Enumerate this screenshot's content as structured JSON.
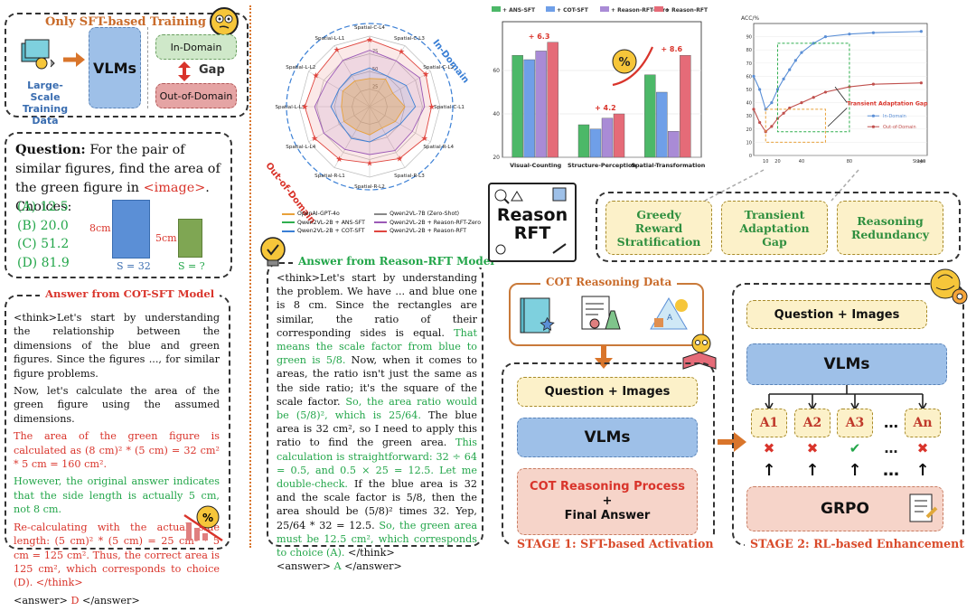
{
  "sft_panel": {
    "title": "Only SFT-based Training",
    "data_label": "Large-Scale Training Data",
    "vlm": "VLMs",
    "in_domain": "In-Domain",
    "gap": "Gap",
    "out_domain": "Out-of-Domain"
  },
  "question": {
    "prefix": "Question:",
    "text_1": " For the pair of similar figures, find the area of the green figure in ",
    "image_token": "<image>",
    "text_2": ". Choices:",
    "choices": [
      "(A) 12.5",
      "(B) 20.0",
      "(C) 51.2",
      "(D) 81.9"
    ],
    "side_big": "8cm",
    "side_small": "5cm",
    "area_big": "S = 32",
    "area_small": "S = ?"
  },
  "cot_answer": {
    "title": "Answer from COT-SFT Model",
    "p1": "<think>Let's start by understanding the relationship between the dimensions of the blue and green figures. Since the figures ..., for similar figure problems.",
    "p2": "Now, let's calculate the area of the green figure using the assumed dimensions.",
    "p3": "The area of the green figure is calculated as (8 cm)² * (5 cm) = 32 cm² * 5 cm = 160 cm².",
    "p4": "However, the original answer indicates that the side length is actually 5 cm, not 8 cm.",
    "p5": "Re-calculating with the actual side length: (5 cm)² * (5 cm) = 25 cm² * 5 cm = 125 cm². Thus, the correct area is 125 cm², which corresponds to choice (D). </think>",
    "answer_open": "<answer> ",
    "answer_val": "D",
    "answer_close": " </answer>"
  },
  "radar": {
    "in_domain": "In-Domain",
    "out_domain": "Out-of-Domain",
    "axes": [
      "Spatial-C-L4",
      "Spatial-C-L3",
      "Spatial-C-L2",
      "Spatial-C-L1",
      "Spatial-R-L4",
      "Spatial-R-L3",
      "Spatial-R-L2",
      "Spatial-R-L1",
      "Spatial-L-L4",
      "Spatial-L-L3",
      "Spatial-L-L2",
      "Spatial-L-L1"
    ],
    "ticks": [
      "25",
      "50",
      "75"
    ],
    "legend": [
      "OpenAI-GPT-4o",
      "Qwen2VL-7B (Zero-Shot)",
      "Qwen2VL-2B + ANS-SFT",
      "Qwen2VL-2B + Reason-RFT-Zero",
      "Qwen2VL-2B + COT-SFT",
      "Qwen2VL-2B + Reason-RFT"
    ],
    "colors": [
      "#e8a13a",
      "#888888",
      "#2fae4e",
      "#9b59b6",
      "#3a7fd5",
      "#e0463f"
    ]
  },
  "reason_answer": {
    "title": "Answer from Reason-RFT Model",
    "s1": "<think>Let's start by understanding the problem. We have ... and blue one is 8 cm. Since the rectangles are similar, the ratio of their corresponding sides is equal. ",
    "s2": "That means the scale factor from blue to green is 5/8.",
    "s3": " Now, when it comes to areas, the ratio isn't just the same as the side ratio; it's the square of the scale factor. ",
    "s4": "So, the area ratio would be (5/8)², which is 25/64.",
    "s5": " The blue area is 32 cm², so I need to apply this ratio to find the green area. ",
    "s6": "This calculation is straightforward: 32 ÷ 64 = 0.5, and 0.5 × 25 = 12.5. Let me double-check.",
    "s7": " If the blue area is 32 and the scale factor is 5/8, then the area should be (5/8)² times 32. Yep, 25/64 * 32 = 12.5. ",
    "s8": "So, the green area must be 12.5 cm², which corresponds to choice (A).",
    "s9": " </think>",
    "answer_open": "<answer> ",
    "answer_val": "A",
    "answer_close": " </answer>"
  },
  "chart_data": [
    {
      "type": "bar",
      "categories": [
        "Visual-Counting",
        "Structure-Perception",
        "Spatial-Transformation"
      ],
      "series": [
        {
          "name": "+ ANS-SFT",
          "values": [
            67,
            35,
            58
          ]
        },
        {
          "name": "+ COT-SFT",
          "values": [
            65,
            33,
            50
          ]
        },
        {
          "name": "+ Reason-RFT-Zero",
          "values": [
            69,
            38,
            32
          ]
        },
        {
          "name": "+ Reason-RFT",
          "values": [
            73,
            40,
            67
          ]
        }
      ],
      "colors": [
        "#4cb868",
        "#6f9fe8",
        "#a98bd6",
        "#e56b78"
      ],
      "ylim": [
        20,
        80
      ],
      "yticks": [
        20,
        40,
        60
      ],
      "annotations": [
        "+ 6.3",
        "+ 4.2",
        "+ 8.6"
      ]
    },
    {
      "type": "line",
      "ylabel": "ACC/%",
      "xlabel": "Steps",
      "xticks": [
        "10",
        "20",
        "40",
        "80",
        "140"
      ],
      "yticks": [
        "0",
        "10",
        "20",
        "30",
        "40",
        "50",
        "60",
        "70",
        "80",
        "90"
      ],
      "series": [
        {
          "name": "In-Domain",
          "color": "#5b8fd6",
          "x": [
            0,
            5,
            10,
            15,
            20,
            25,
            30,
            35,
            40,
            50,
            60,
            80,
            100,
            140
          ],
          "y": [
            60,
            50,
            35,
            40,
            50,
            58,
            65,
            72,
            78,
            85,
            90,
            92,
            93,
            94
          ]
        },
        {
          "name": "Out-of-Domain",
          "color": "#c0504d",
          "x": [
            0,
            5,
            10,
            15,
            20,
            25,
            30,
            40,
            50,
            60,
            80,
            100,
            140
          ],
          "y": [
            35,
            25,
            18,
            22,
            28,
            32,
            36,
            40,
            44,
            48,
            52,
            54,
            55
          ]
        }
      ],
      "annotation": "Transient Adaptation Gap"
    }
  ],
  "observations": [
    "Greedy Reward Stratification",
    "Transient Adaptation Gap",
    "Reasoning Redundancy"
  ],
  "logo": "Reason RFT",
  "stage1": {
    "data_title": "COT Reasoning Data",
    "qi": "Question + Images",
    "vlm": "VLMs",
    "cot_line1": "COT Reasoning Process",
    "plus": "+",
    "cot_line2": "Final Answer",
    "caption": "STAGE 1: SFT-based Activation"
  },
  "stage2": {
    "qi": "Question + Images",
    "vlm": "VLMs",
    "answers": [
      "A1",
      "A2",
      "A3",
      "…",
      "An"
    ],
    "marks": [
      "✖",
      "✖",
      "✔",
      "…",
      "✖"
    ],
    "grpo": "GRPO",
    "caption": "STAGE 2: RL-based Enhancement"
  }
}
